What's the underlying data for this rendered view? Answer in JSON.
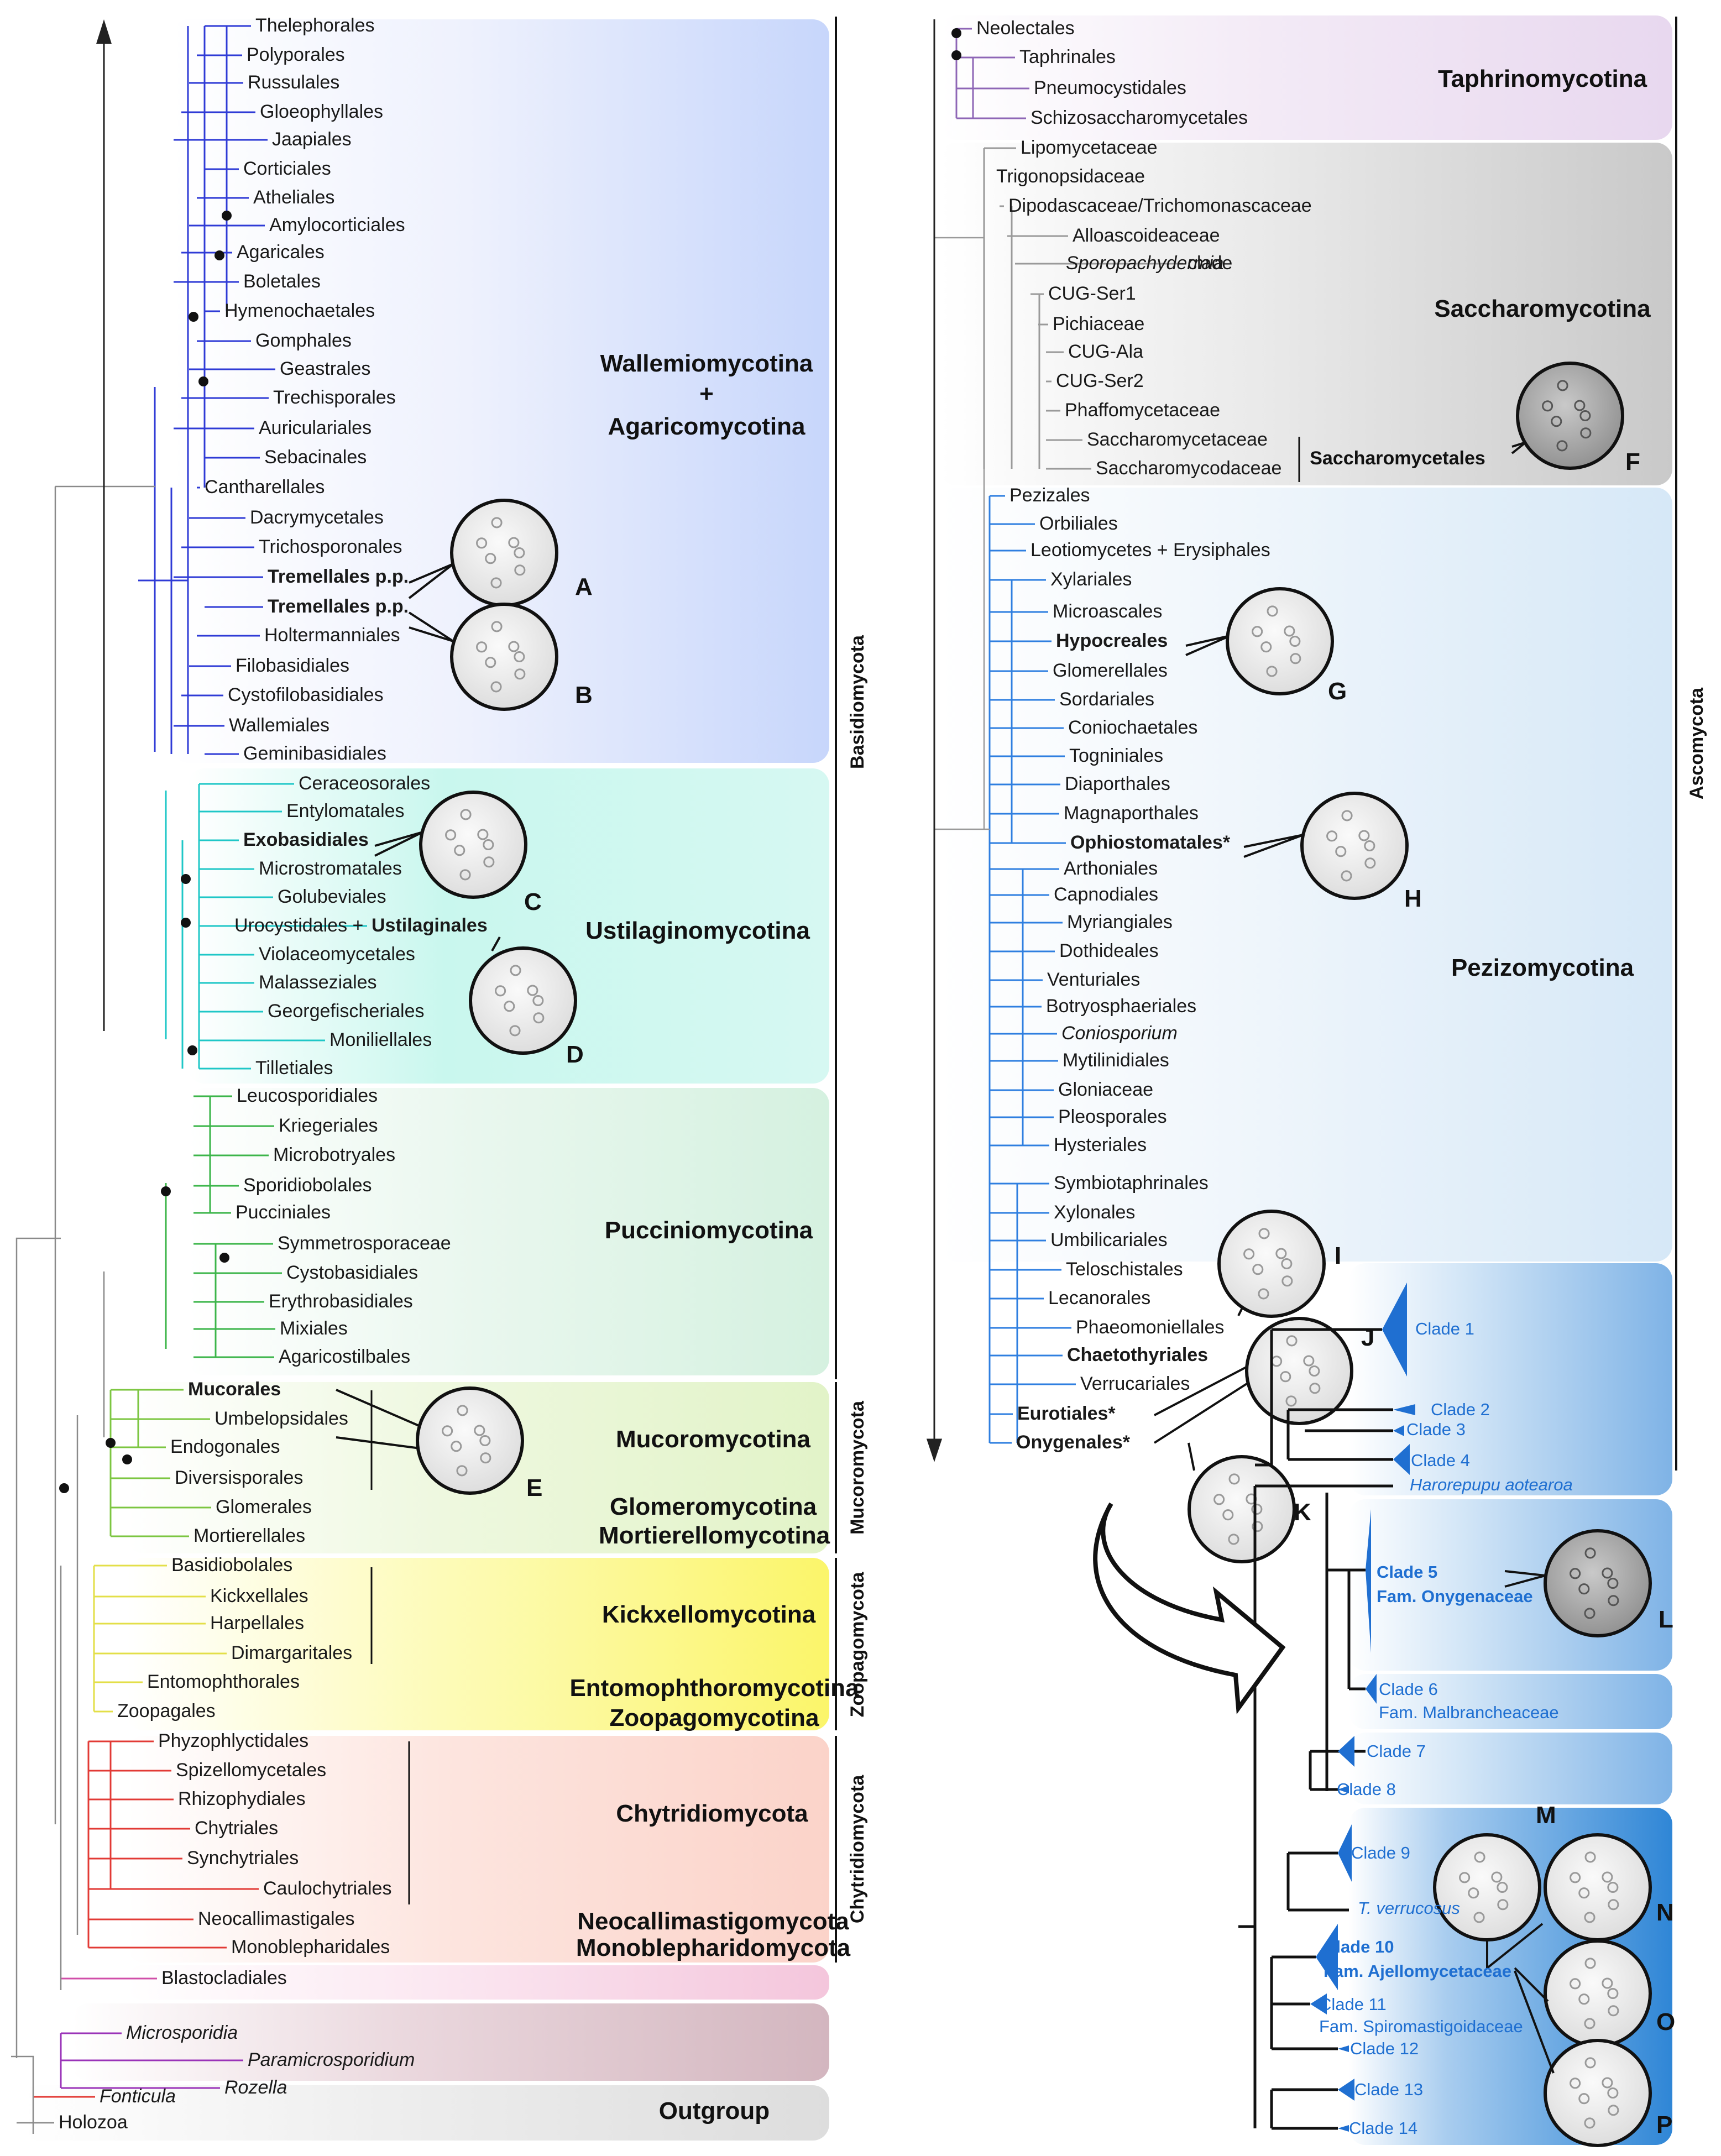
{
  "colors": {
    "basidio_branch": "#2f3bd6",
    "ustilago_branch": "#1fc7c7",
    "puccinio_branch": "#3cb54a",
    "mucoro_branch": "#7cc641",
    "zoopago_branch": "#e3df48",
    "chytrid_branch": "#e23a35",
    "blasto_branch": "#d04ea8",
    "micro_branch": "#9a33b8",
    "taphrino_branch": "#8e66b6",
    "saccharo_branch": "#9a9a9a",
    "pezizo_branch": "#2f7fe0",
    "highlight_purple": "#4a22e0",
    "highlight_teal": "#14b8a6",
    "highlight_green": "#4caf1f",
    "highlight_blue": "#1f6fd1"
  },
  "left": {
    "leaves": [
      {
        "label": "Thelephorales"
      },
      {
        "label": "Polyporales"
      },
      {
        "label": "Russulales"
      },
      {
        "label": "Gloeophyllales"
      },
      {
        "label": "Jaapiales"
      },
      {
        "label": "Corticiales"
      },
      {
        "label": "Atheliales"
      },
      {
        "label": "Amylocorticiales"
      },
      {
        "label": "Agaricales"
      },
      {
        "label": "Boletales"
      },
      {
        "label": "Hymenochaetales"
      },
      {
        "label": "Gomphales"
      },
      {
        "label": "Geastrales"
      },
      {
        "label": "Trechisporales"
      },
      {
        "label": "Auriculariales"
      },
      {
        "label": "Sebacinales"
      },
      {
        "label": "Cantharellales"
      },
      {
        "label": "Dacrymycetales"
      },
      {
        "label": "Trichosporonales"
      },
      {
        "label": "Tremellales p.p."
      },
      {
        "label": "Tremellales p.p."
      },
      {
        "label": "Holtermanniales"
      },
      {
        "label": "Filobasidiales"
      },
      {
        "label": "Cystofilobasidiales"
      },
      {
        "label": "Wallemiales"
      },
      {
        "label": "Geminibasidiales"
      },
      {
        "label": "Ceraceosorales"
      },
      {
        "label": "Entylomatales"
      },
      {
        "label": "Exobasidiales"
      },
      {
        "label": "Microstromatales"
      },
      {
        "label": "Golubeviales"
      },
      {
        "label": "Urocystidales + "
      },
      {
        "label": "Ustilaginales"
      },
      {
        "label": "Violaceomycetales"
      },
      {
        "label": "Malasseziales"
      },
      {
        "label": "Georgefischeriales"
      },
      {
        "label": "Moniliellales"
      },
      {
        "label": "Tilletiales"
      },
      {
        "label": "Leucosporidiales"
      },
      {
        "label": "Kriegeriales"
      },
      {
        "label": "Microbotryales"
      },
      {
        "label": "Sporidiobolales"
      },
      {
        "label": "Pucciniales"
      },
      {
        "label": "Symmetrosporaceae"
      },
      {
        "label": "Cystobasidiales"
      },
      {
        "label": "Erythrobasidiales"
      },
      {
        "label": "Mixiales"
      },
      {
        "label": "Agaricostilbales"
      },
      {
        "label": "Mucorales"
      },
      {
        "label": "Umbelopsidales"
      },
      {
        "label": "Endogonales"
      },
      {
        "label": "Diversisporales"
      },
      {
        "label": "Glomerales"
      },
      {
        "label": "Mortierellales"
      },
      {
        "label": "Basidiobolales"
      },
      {
        "label": "Kickxellales"
      },
      {
        "label": "Harpellales"
      },
      {
        "label": "Dimargaritales"
      },
      {
        "label": "Entomophthorales"
      },
      {
        "label": "Zoopagales"
      },
      {
        "label": "Phyzophlyctidales"
      },
      {
        "label": "Spizellomycetales"
      },
      {
        "label": "Rhizophydiales"
      },
      {
        "label": "Chytriales"
      },
      {
        "label": "Synchytriales"
      },
      {
        "label": "Caulochytriales"
      },
      {
        "label": "Neocallimastigales"
      },
      {
        "label": "Monoblepharidales"
      },
      {
        "label": "Blastocladiales"
      },
      {
        "label": "Microsporidia"
      },
      {
        "label": "Paramicrosporidium"
      },
      {
        "label": "Rozella"
      },
      {
        "label": "Fonticula"
      },
      {
        "label": "Holozoa"
      }
    ],
    "groups": [
      {
        "label": "Wallemiomycotina"
      },
      {
        "label": "+"
      },
      {
        "label": "Agaricomycotina"
      },
      {
        "label": "Ustilaginomycotina"
      },
      {
        "label": "Pucciniomycotina"
      },
      {
        "label": "Mucoromycotina"
      },
      {
        "label": "Glomeromycotina"
      },
      {
        "label": "Mortierellomycotina"
      },
      {
        "label": "Kickxellomycotina"
      },
      {
        "label": "Entomophthoromycotina"
      },
      {
        "label": "Zoopagomycotina"
      },
      {
        "label": "Chytridiomycota"
      },
      {
        "label": "Neocallimastigomycota"
      },
      {
        "label": "Monoblepharidomycota"
      },
      {
        "label": "Outgroup"
      }
    ],
    "phyla": [
      {
        "label": "Basidiomycota"
      },
      {
        "label": "Mucoromycota"
      },
      {
        "label": "Zoopagomycota"
      },
      {
        "label": "Chytridiomycota"
      }
    ],
    "letters": [
      "A",
      "B",
      "C",
      "D",
      "E"
    ]
  },
  "right": {
    "leaves": [
      {
        "label": "Neolectales"
      },
      {
        "label": "Taphrinales"
      },
      {
        "label": "Pneumocystidales"
      },
      {
        "label": "Schizosaccharomycetales"
      },
      {
        "label": "Lipomycetaceae"
      },
      {
        "label": "Trigonopsidaceae"
      },
      {
        "label": "Dipodascaceae/Trichomonascaceae"
      },
      {
        "label": "Alloascoideaceae"
      },
      {
        "label": "Sporopachydermia"
      },
      {
        "label": " clade"
      },
      {
        "label": "CUG-Ser1"
      },
      {
        "label": "Pichiaceae"
      },
      {
        "label": "CUG-Ala"
      },
      {
        "label": "CUG-Ser2"
      },
      {
        "label": "Phaffomycetaceae"
      },
      {
        "label": "Saccharomycetaceae"
      },
      {
        "label": "Saccharomycodaceae"
      },
      {
        "label": "Pezizales"
      },
      {
        "label": "Orbiliales"
      },
      {
        "label": "Leotiomycetes + Erysiphales"
      },
      {
        "label": "Xylariales"
      },
      {
        "label": "Microascales"
      },
      {
        "label": "Hypocreales"
      },
      {
        "label": "Glomerellales"
      },
      {
        "label": "Sordariales"
      },
      {
        "label": "Coniochaetales"
      },
      {
        "label": "Togniniales"
      },
      {
        "label": "Diaporthales"
      },
      {
        "label": "Magnaporthales"
      },
      {
        "label": "Ophiostomatales*"
      },
      {
        "label": "Arthoniales"
      },
      {
        "label": "Capnodiales"
      },
      {
        "label": "Myriangiales"
      },
      {
        "label": "Dothideales"
      },
      {
        "label": "Venturiales"
      },
      {
        "label": "Botryosphaeriales"
      },
      {
        "label": "Coniosporium"
      },
      {
        "label": "Mytilinidiales"
      },
      {
        "label": "Gloniaceae"
      },
      {
        "label": "Pleosporales"
      },
      {
        "label": "Hysteriales"
      },
      {
        "label": "Symbiotaphrinales"
      },
      {
        "label": "Xylonales"
      },
      {
        "label": "Umbilicariales"
      },
      {
        "label": "Teloschistales"
      },
      {
        "label": "Lecanorales"
      },
      {
        "label": "Phaeomoniellales"
      },
      {
        "label": "Chaetothyriales"
      },
      {
        "label": "Verrucariales"
      },
      {
        "label": "Eurotiales*"
      },
      {
        "label": "Onygenales*"
      }
    ],
    "groups": [
      {
        "label": "Taphrinomycotina"
      },
      {
        "label": "Saccharomycotina"
      },
      {
        "label": "Saccharomycetales"
      },
      {
        "label": "Pezizomycotina"
      }
    ],
    "phyla": [
      {
        "label": "Ascomycota"
      }
    ],
    "letters": [
      "F",
      "G",
      "H",
      "I",
      "J",
      "K"
    ]
  },
  "onygenales": {
    "clades": [
      {
        "label": "Clade 1"
      },
      {
        "label": "Clade 2"
      },
      {
        "label": "Clade 3"
      },
      {
        "label": "Clade 4"
      },
      {
        "label": "Harorepupu aotearoa"
      },
      {
        "label": "Clade 5"
      },
      {
        "label": "Fam. Onygenaceae"
      },
      {
        "label": "Clade 6"
      },
      {
        "label": "Fam. Malbrancheaceae"
      },
      {
        "label": "Clade 7"
      },
      {
        "label": "Clade 8"
      },
      {
        "label": "Clade 9"
      },
      {
        "label": "T. verrucosus"
      },
      {
        "label": "Clade 10"
      },
      {
        "label": "Fam. Ajellomycetaceae"
      },
      {
        "label": "Clade 11"
      },
      {
        "label": "Fam. Spiromastigoidaceae"
      },
      {
        "label": "Clade 12"
      },
      {
        "label": "Clade 13"
      },
      {
        "label": "Clade 14"
      }
    ],
    "letters": [
      "L",
      "M",
      "N",
      "O",
      "P"
    ]
  }
}
